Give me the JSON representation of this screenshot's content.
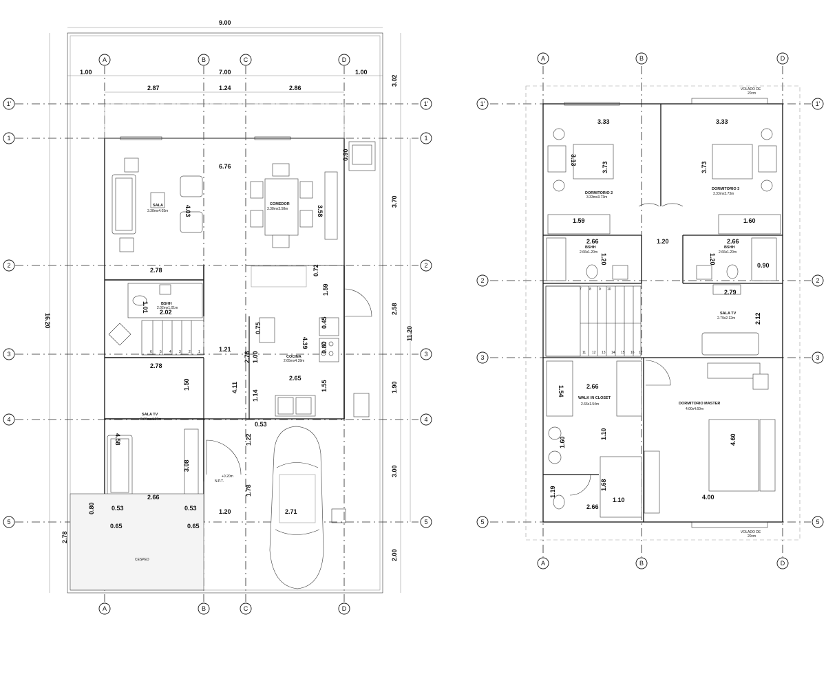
{
  "first_floor": {
    "overall_width": "9.00",
    "overall_depth": "16.20",
    "top_dims_row1": [
      "1.00",
      "7.00",
      "1.00"
    ],
    "top_dims_row2": [
      "2.87",
      "1.24",
      "2.86"
    ],
    "right_dims_outer": [
      "3.02",
      "3.70",
      "2.58",
      "1.90",
      "3.00",
      "2.00"
    ],
    "right_dims_inner": "11.20",
    "left_dim_lawn": "2.78",
    "rooms": {
      "sala": {
        "name": "SALA",
        "size": "3.38mx4.03m"
      },
      "comedor": {
        "name": "COMEDOR",
        "size": "3.38mx3.58m"
      },
      "bano": {
        "name": "BSHH",
        "size": "2.02mx1.01m"
      },
      "cocina": {
        "name": "COCINA",
        "size": "2.65mx4.39m"
      },
      "sala_tv": {
        "name": "SALA TV",
        "size": "2.66mx4.58m"
      },
      "cesped": {
        "name": "CESPED"
      }
    },
    "inner_dims": {
      "d676": "6.76",
      "d403": "4.03",
      "d358": "3.58",
      "d278a": "2.78",
      "d072": "0.72",
      "d159": "1.59",
      "d101": "1.01",
      "d202": "2.02",
      "d075": "0.75",
      "d121": "1.21",
      "d278b": "2.78",
      "d100": "1.00",
      "d439": "4.39",
      "d045": "0.45",
      "d080": "0.80",
      "d265": "2.65",
      "d278c": "2.78",
      "d150": "1.50",
      "d411": "4.11",
      "d114": "1.14",
      "d155": "1.55",
      "d053a": "0.53",
      "d122": "1.22",
      "d458": "4.58",
      "d308": "3.08",
      "d178": "1.78",
      "d266": "2.66",
      "d053b": "0.53",
      "d053c": "0.53",
      "d120": "1.20",
      "d271": "2.71",
      "d080b": "0.80",
      "d065a": "0.65",
      "d065b": "0.65",
      "d090": "0.90"
    },
    "level_label": "+0.20m",
    "level_sub": "N.P.T.",
    "stair_numbers": [
      "6",
      "5",
      "4",
      "3",
      "2",
      "1"
    ]
  },
  "second_floor": {
    "volado_top": "VOLADO DE",
    "volado_top_sub": "20cm",
    "volado_bottom": "VOLADO DE",
    "volado_bottom_sub": "20cm",
    "rooms": {
      "dorm2": {
        "name": "DORMITORIO 2",
        "size": "3.33mx3.73m"
      },
      "dorm3": {
        "name": "DORMITORIO 3",
        "size": "3.33mx3.73m"
      },
      "bano2": {
        "name": "BSHH",
        "size": "2.66x1.20m"
      },
      "bano3": {
        "name": "BSHH",
        "size": "2.66x1.20m"
      },
      "sala_tv": {
        "name": "SALA TV",
        "size": "2.79x2.12m"
      },
      "walk_in": {
        "name": "WALK IN CLOSET",
        "size": "2.66x1.54m"
      },
      "master": {
        "name": "DORMITORIO MASTER",
        "size": "4.00x4.60m"
      }
    },
    "inner_dims": {
      "d333a": "3.33",
      "d333b": "3.33",
      "d313": "3.13",
      "d373a": "3.73",
      "d373b": "3.73",
      "d159a": "1.59",
      "d160": "1.60",
      "d266a": "2.66",
      "d266b": "2.66",
      "d120a": "1.20",
      "d120b": "1.20",
      "d120c": "1.20",
      "d279": "2.79",
      "d212": "2.12",
      "d266c": "2.66",
      "d154": "1.54",
      "d110a": "1.10",
      "d460": "4.60",
      "d160b": "1.60",
      "d119": "1.19",
      "d168": "1.68",
      "d266d": "2.66",
      "d110b": "1.10",
      "d400": "4.00",
      "d090": "0.90"
    },
    "stair_numbers_top": [
      "7",
      "8",
      "9",
      "10",
      "11",
      "12",
      "13",
      "14",
      "15",
      "16",
      "17"
    ]
  },
  "grid_labels": {
    "columns": [
      "A",
      "B",
      "C",
      "D"
    ],
    "rows": [
      "1'",
      "1",
      "2",
      "3",
      "4",
      "5"
    ]
  },
  "colors": {
    "line": "#111111",
    "grid": "#222222",
    "dim": "#888888"
  }
}
